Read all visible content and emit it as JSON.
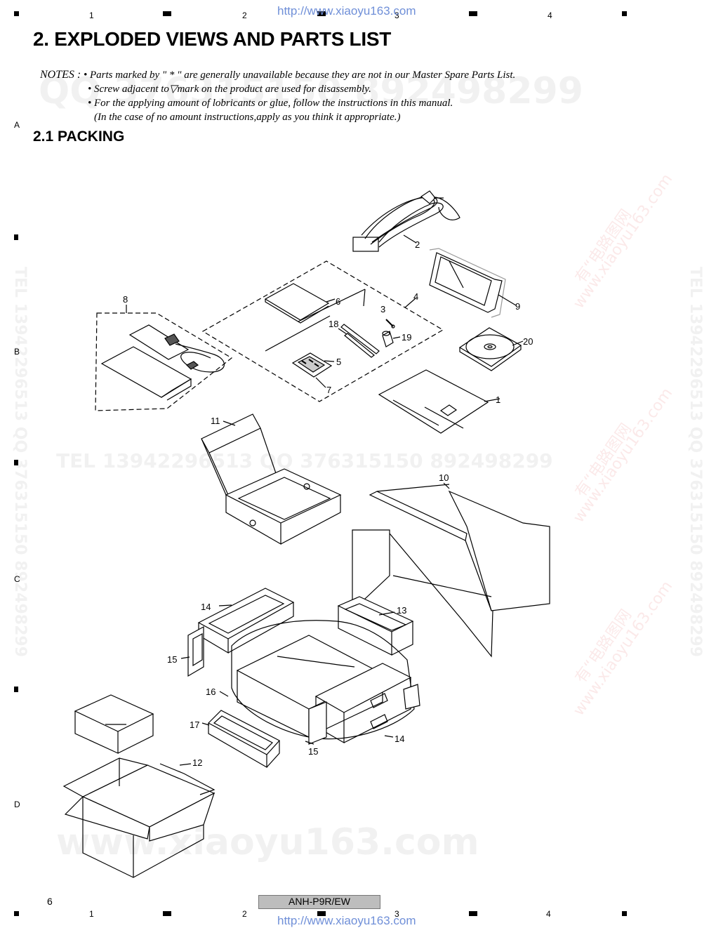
{
  "source_url": "http://www.xiaoyu163.com",
  "frame": {
    "columns": [
      "1",
      "2",
      "3",
      "4"
    ],
    "rows": [
      "A",
      "B",
      "C",
      "D"
    ]
  },
  "watermarks": {
    "qq_line": "QQ 376315150 892498299",
    "tel_qq_line": "TEL 13942296513 QQ 376315150 892498299",
    "site_line": "www.xiaoyu163.com",
    "side_vertical": "TEL 13942296513 QQ 376315150 892498299",
    "red_tag": "有“电路图网",
    "red_site": "www.xiaoyu163.com"
  },
  "page": {
    "title": "2. EXPLODED VIEWS AND PARTS LIST",
    "notes_label": "NOTES :",
    "notes": [
      "• Parts marked by  \" * \"  are generally unavailable because they are not in our Master Spare Parts List.",
      "• Screw adjacent to▽mark on the product are used for disassembly.",
      "• For the applying amount of lobricants or glue, follow the instructions in this manual.",
      "(In the case of no amount instructions,apply as you think it appropriate.)"
    ],
    "section": "2.1  PACKING"
  },
  "diagram": {
    "callouts": [
      "1",
      "2",
      "3",
      "4",
      "5",
      "6",
      "7",
      "8",
      "9",
      "10",
      "11",
      "12",
      "13",
      "14",
      "15",
      "16",
      "17",
      "18",
      "19",
      "20",
      "14",
      "15"
    ]
  },
  "footer": {
    "page_number": "6",
    "model": "ANH-P9R/EW"
  }
}
